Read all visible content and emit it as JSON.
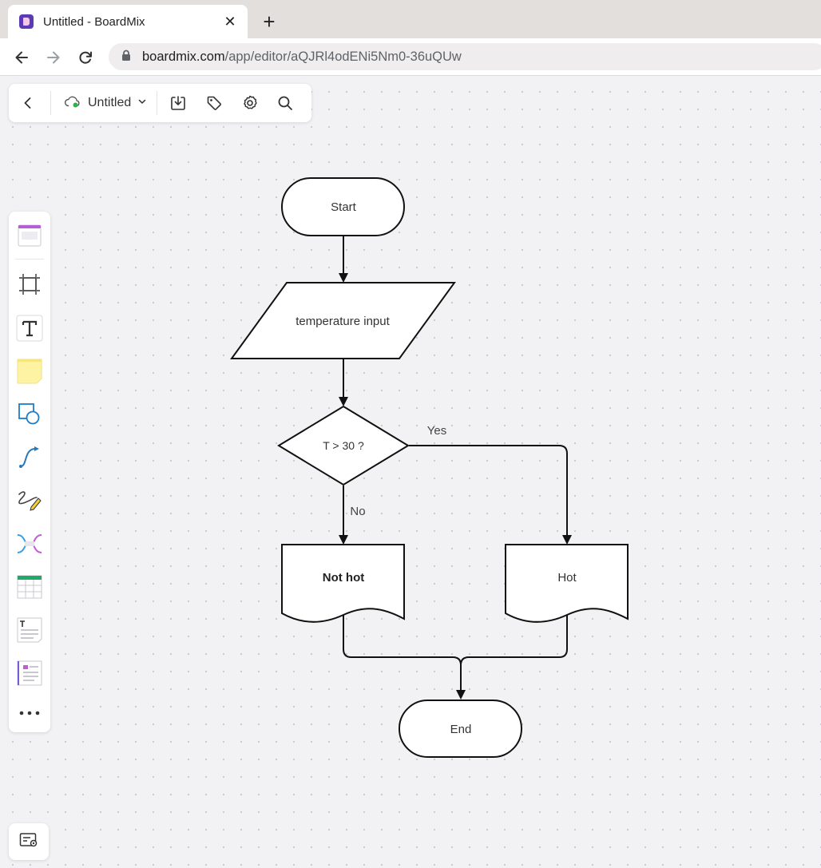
{
  "browser": {
    "tab_title": "Untitled - BoardMix",
    "close_glyph": "✕",
    "newtab_glyph": "+",
    "url_domain": "boardmix.com",
    "url_path": "/app/editor/aQJRl4odENi5Nm0-36uQUw"
  },
  "toolbar": {
    "doc_title": "Untitled",
    "icons": [
      "back-icon",
      "cloud-icon",
      "chevron-down-icon",
      "download-icon",
      "tag-icon",
      "settings-icon",
      "search-icon"
    ]
  },
  "left_tools": [
    "template-icon",
    "frame-icon",
    "text-icon",
    "sticky-note-icon",
    "shape-icon",
    "connector-icon",
    "pen-icon",
    "mindmap-icon",
    "table-icon",
    "text-document-icon",
    "list-document-icon",
    "more-icon"
  ],
  "flowchart": {
    "start": "Start",
    "input": "temperature input",
    "decision": "T > 30 ?",
    "yes": "Yes",
    "no": "No",
    "not_hot": "Not hot",
    "hot": "Hot",
    "end": "End"
  },
  "colors": {
    "brand": "#5a3bb5",
    "cloud_status": "#2fb344",
    "canvas": "#f2f2f4"
  }
}
